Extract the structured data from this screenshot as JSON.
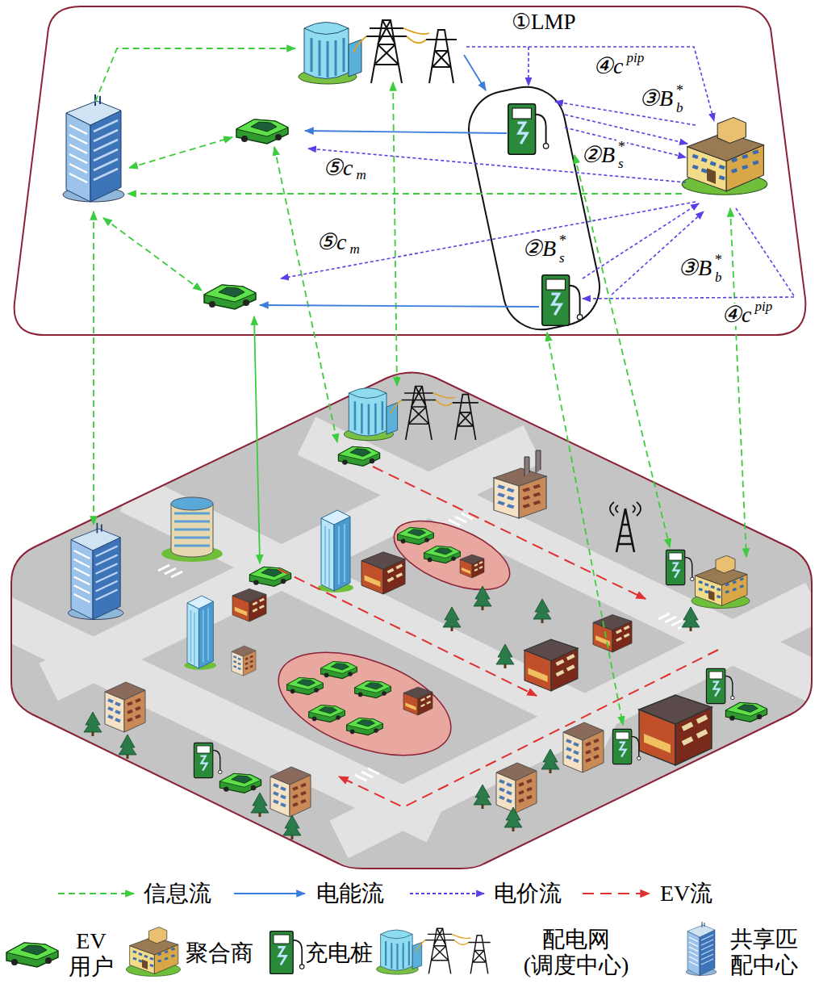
{
  "diagram": {
    "labels": [
      "①LMP",
      "④c",
      "pip",
      "③B",
      "*",
      "b",
      "②B",
      "*",
      "s",
      "⑤c",
      "m",
      "⑤c",
      "m",
      "②B",
      "*",
      "s",
      "③B",
      "*",
      "b",
      "④c",
      "pip"
    ],
    "legend": [
      {
        "text": "信息流"
      },
      {
        "text": "电能流"
      },
      {
        "text": "电价流"
      },
      {
        "text": "EV流"
      },
      {
        "text": "EV 用户"
      },
      {
        "text": "聚合商"
      },
      {
        "text": "充电桩"
      },
      {
        "text": "配电网 (调度中心)"
      },
      {
        "text": "共享匹配中心"
      }
    ]
  }
}
